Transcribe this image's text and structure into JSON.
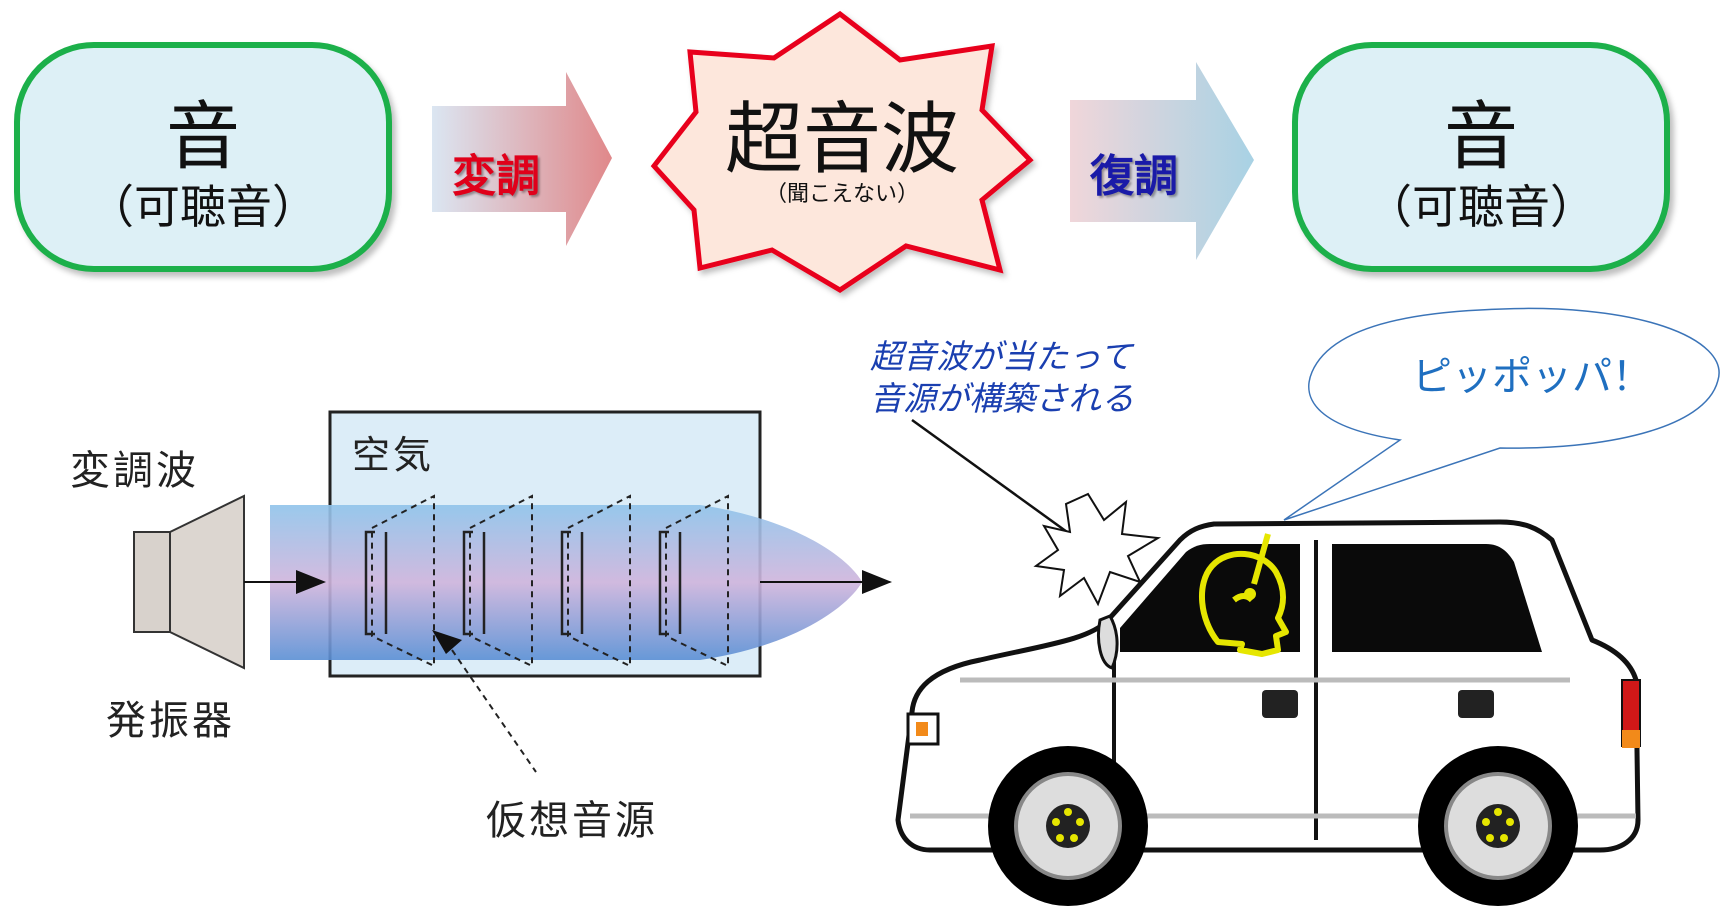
{
  "flow": {
    "input": {
      "main": "音",
      "sub": "（可聴音）"
    },
    "modulate_label": "変調",
    "ultrasound": {
      "main": "超音波",
      "sub": "（聞こえない）"
    },
    "demodulate_label": "復調",
    "output": {
      "main": "音",
      "sub": "（可聴音）"
    }
  },
  "diagram": {
    "modulated_wave_label": "変調波",
    "oscillator_label": "発振器",
    "air_label": "空気",
    "virtual_source_label": "仮想音源"
  },
  "car_scene": {
    "annotation_line1": "超音波が当たって",
    "annotation_line2": "音源が構築される",
    "speech_bubble": "ピッポッパ！"
  },
  "colors": {
    "box_border": "#1cb04a",
    "box_fill": "#ddf0f6",
    "burst_border": "#e8001c",
    "burst_fill": "#fde7dc",
    "modulate_text": "#e0001a",
    "demodulate_text": "#1a1aa8",
    "annotation_text": "#1a3fb0",
    "bubble_text": "#1f6fc0",
    "head_icon": "#e6e600"
  }
}
